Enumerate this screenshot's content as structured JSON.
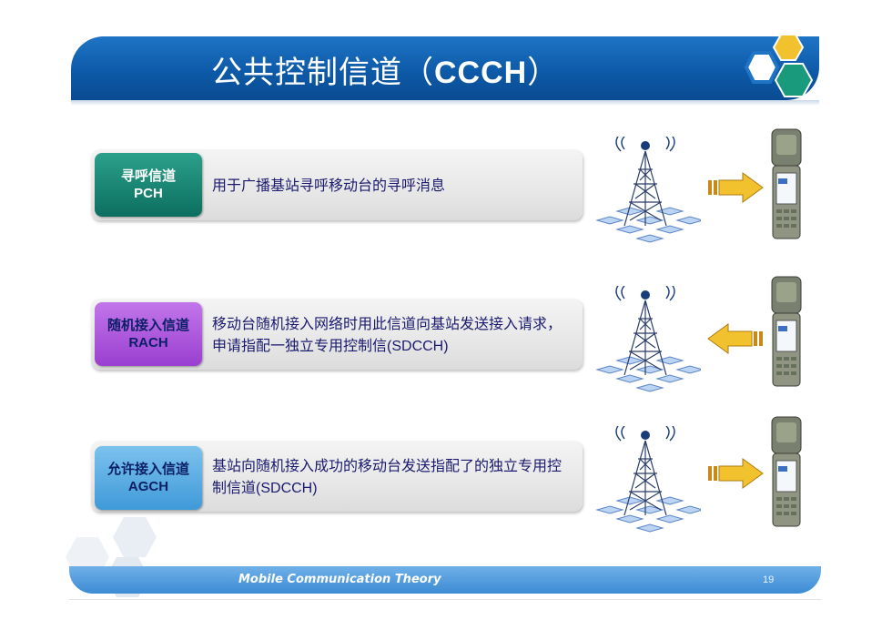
{
  "title": {
    "cn": "公共控制信道（",
    "en": "CCCH",
    "close": "）"
  },
  "rows": [
    {
      "label_cn": "寻呼信道",
      "label_en": "PCH",
      "desc": "用于广播基站寻呼移动台的寻呼消息",
      "desc_en": "",
      "arrow": "right"
    },
    {
      "label_cn": "随机接入信道",
      "label_en": "RACH",
      "desc": "移动台随机接入网络时用此信道向基站发送接入请求，申请指配一独立专用控制信",
      "desc_en": "(SDCCH)",
      "arrow": "left"
    },
    {
      "label_cn": "允许接入信道",
      "label_en": "AGCH",
      "desc": "基站向随机接入成功的移动台发送指配了的独立专用控制信道",
      "desc_en": "(SDCCH)",
      "arrow": "right"
    }
  ],
  "footer": {
    "text": "Mobile Communication Theory",
    "page": "19"
  },
  "colors": {
    "title_bar": "#0d5aa8",
    "pch": "#1a8a75",
    "rach": "#b35be0",
    "agch": "#5aaee3",
    "arrow": "#f2c12e",
    "footer": "#4a98dc"
  }
}
